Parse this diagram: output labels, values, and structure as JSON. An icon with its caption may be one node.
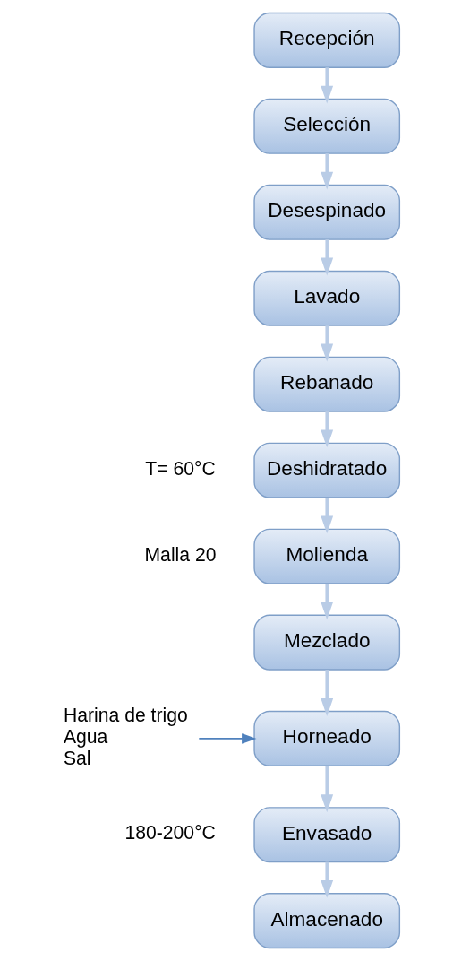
{
  "diagram": {
    "nodes": [
      {
        "text": [
          "Recepción"
        ]
      },
      {
        "text": [
          "Selección"
        ]
      },
      {
        "text": [
          "Desespinado"
        ]
      },
      {
        "text": [
          "Lavado"
        ]
      },
      {
        "text": [
          "Rebanado"
        ]
      },
      {
        "text": [
          "Deshidratado"
        ],
        "beside": [
          "T= 60°C"
        ]
      },
      {
        "text": [
          "Molienda"
        ],
        "beside": [
          "Malla 20"
        ]
      },
      {
        "text": [
          "Mezclado"
        ]
      },
      {
        "text": [
          "Horneado"
        ]
      },
      {
        "text": [
          "Envasado"
        ],
        "beside": [
          "180-200°C"
        ]
      },
      {
        "text": [
          "Almacenado"
        ]
      },
      {
        "text": [
          "Harina de trigo",
          "Agua",
          "Sal"
        ]
      }
    ],
    "edges": [
      {
        "from": 0,
        "to": 1,
        "arrow": "to"
      },
      {
        "from": 1,
        "to": 2,
        "arrow": "to"
      },
      {
        "from": 2,
        "to": 3,
        "arrow": "to"
      },
      {
        "from": 3,
        "to": 4,
        "arrow": "to"
      },
      {
        "from": 4,
        "to": 5,
        "arrow": "to"
      },
      {
        "from": 5,
        "to": 6,
        "arrow": "to"
      },
      {
        "from": 6,
        "to": 7,
        "arrow": "to"
      },
      {
        "from": 7,
        "to": 8,
        "arrow": "to"
      },
      {
        "from": 8,
        "to": 9,
        "arrow": "to"
      },
      {
        "from": 9,
        "to": 10,
        "arrow": "to"
      },
      {
        "from": 11,
        "to": 8,
        "arrow": "to",
        "color": "#4f81bd"
      }
    ]
  }
}
